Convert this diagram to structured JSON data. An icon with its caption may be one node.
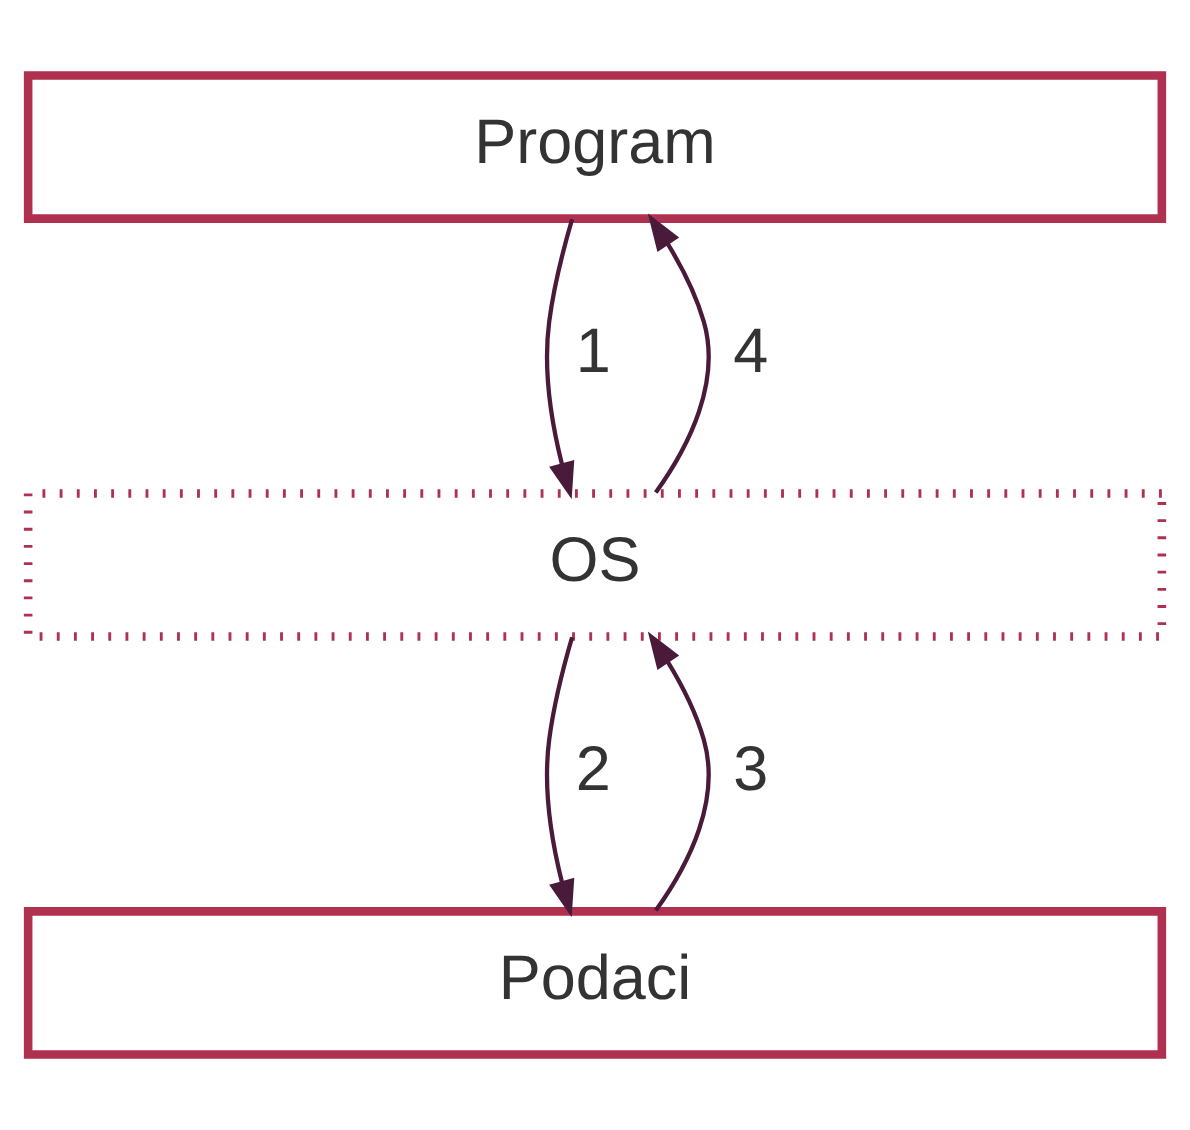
{
  "diagram": {
    "nodes": [
      {
        "text": [
          "Program"
        ]
      },
      {
        "text": [
          "OS"
        ]
      },
      {
        "text": [
          "Podaci"
        ]
      }
    ],
    "edges": [
      {
        "from": 0,
        "to": 1,
        "arrow": "to",
        "label": "1"
      },
      {
        "from": 1,
        "to": 2,
        "arrow": "to",
        "label": "2"
      },
      {
        "from": 2,
        "to": 1,
        "arrow": "to",
        "label": "3"
      },
      {
        "from": 1,
        "to": 0,
        "arrow": "to",
        "label": "4"
      }
    ]
  }
}
